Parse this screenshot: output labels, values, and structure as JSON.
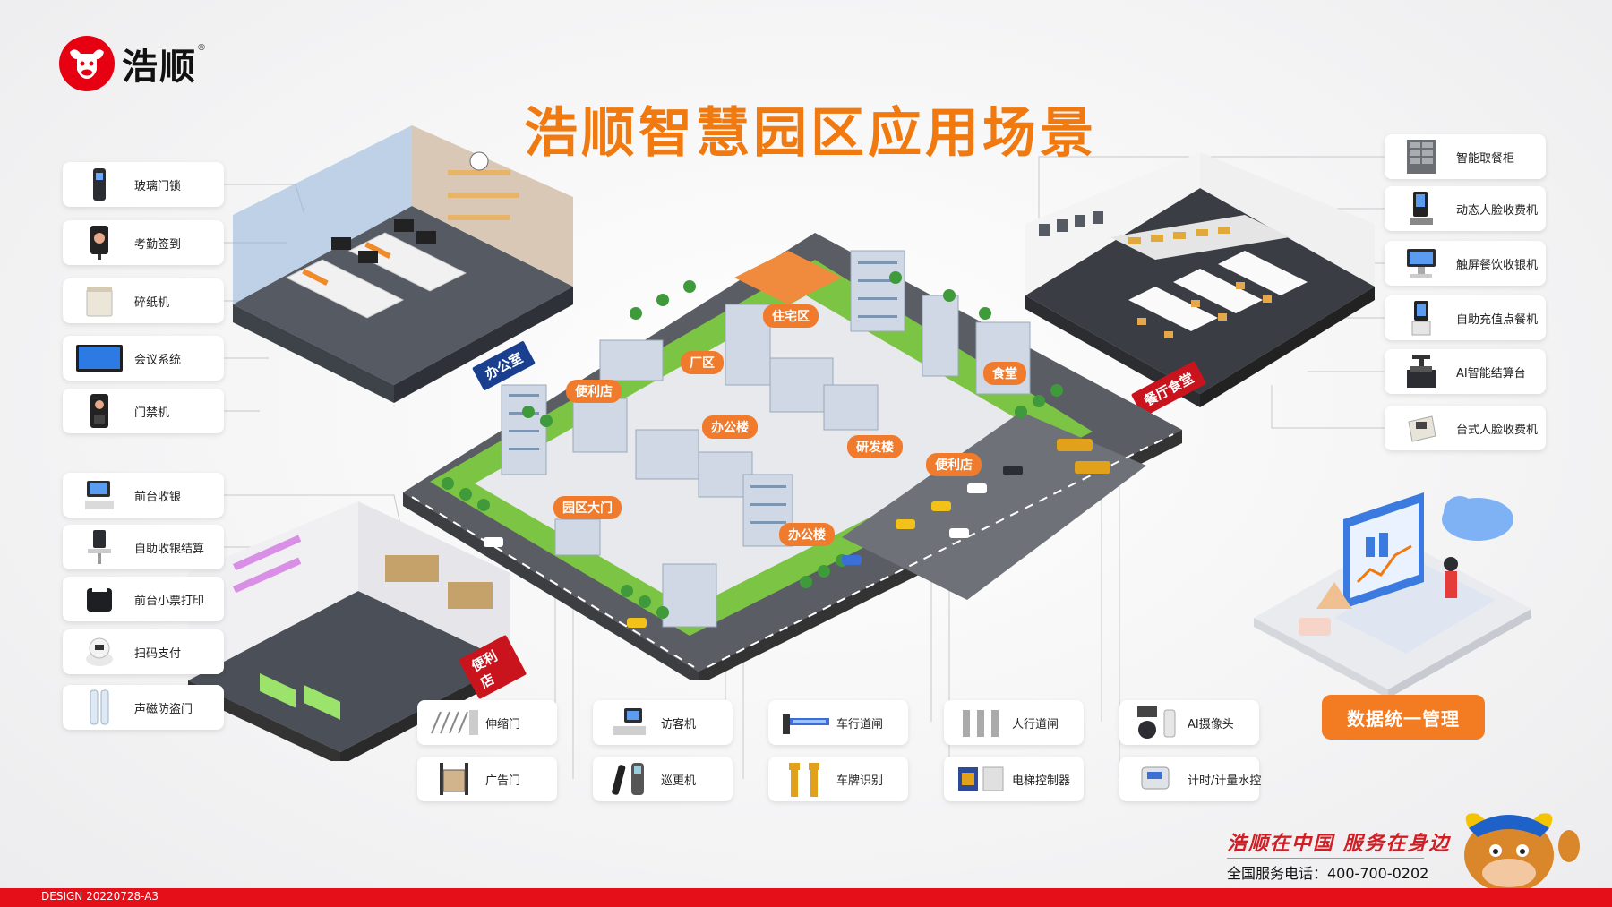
{
  "brand": {
    "name": "浩顺",
    "reg": "®"
  },
  "title": "浩顺智慧园区应用场景",
  "left_cards_top": [
    "玻璃门锁",
    "考勤签到",
    "碎纸机",
    "会议系统",
    "门禁机"
  ],
  "left_cards_bottom": [
    "前台收银",
    "自助收银结算",
    "前台小票打印",
    "扫码支付",
    "声磁防盗门"
  ],
  "right_cards": [
    "智能取餐柜",
    "动态人脸收费机",
    "触屏餐饮收银机",
    "自助充值点餐机",
    "AI智能结算台",
    "台式人脸收费机"
  ],
  "bottom_cards": [
    "伸缩门",
    "广告门",
    "访客机",
    "巡更机",
    "车行道闸",
    "车牌识别",
    "人行道闸",
    "电梯控制器",
    "AI摄像头",
    "计时/计量水控"
  ],
  "scenes": {
    "office": "办公室",
    "canteen": "餐厅食堂",
    "store": "便利店"
  },
  "park_labels": [
    "住宅区",
    "厂区",
    "便利店",
    "办公楼",
    "研发楼",
    "食堂",
    "便利店",
    "园区大门",
    "办公楼"
  ],
  "data_manage": "数据统一管理",
  "slogan": "浩顺在中国 服务在身边",
  "hotline": "全国服务电话：400-700-0202",
  "design_code": "DESIGN 20220728-A3",
  "colors": {
    "brand_red": "#e60012",
    "title_orange": "#f07a10",
    "label_orange": "#f07b2c",
    "office_blue": "#1a3f8f"
  }
}
